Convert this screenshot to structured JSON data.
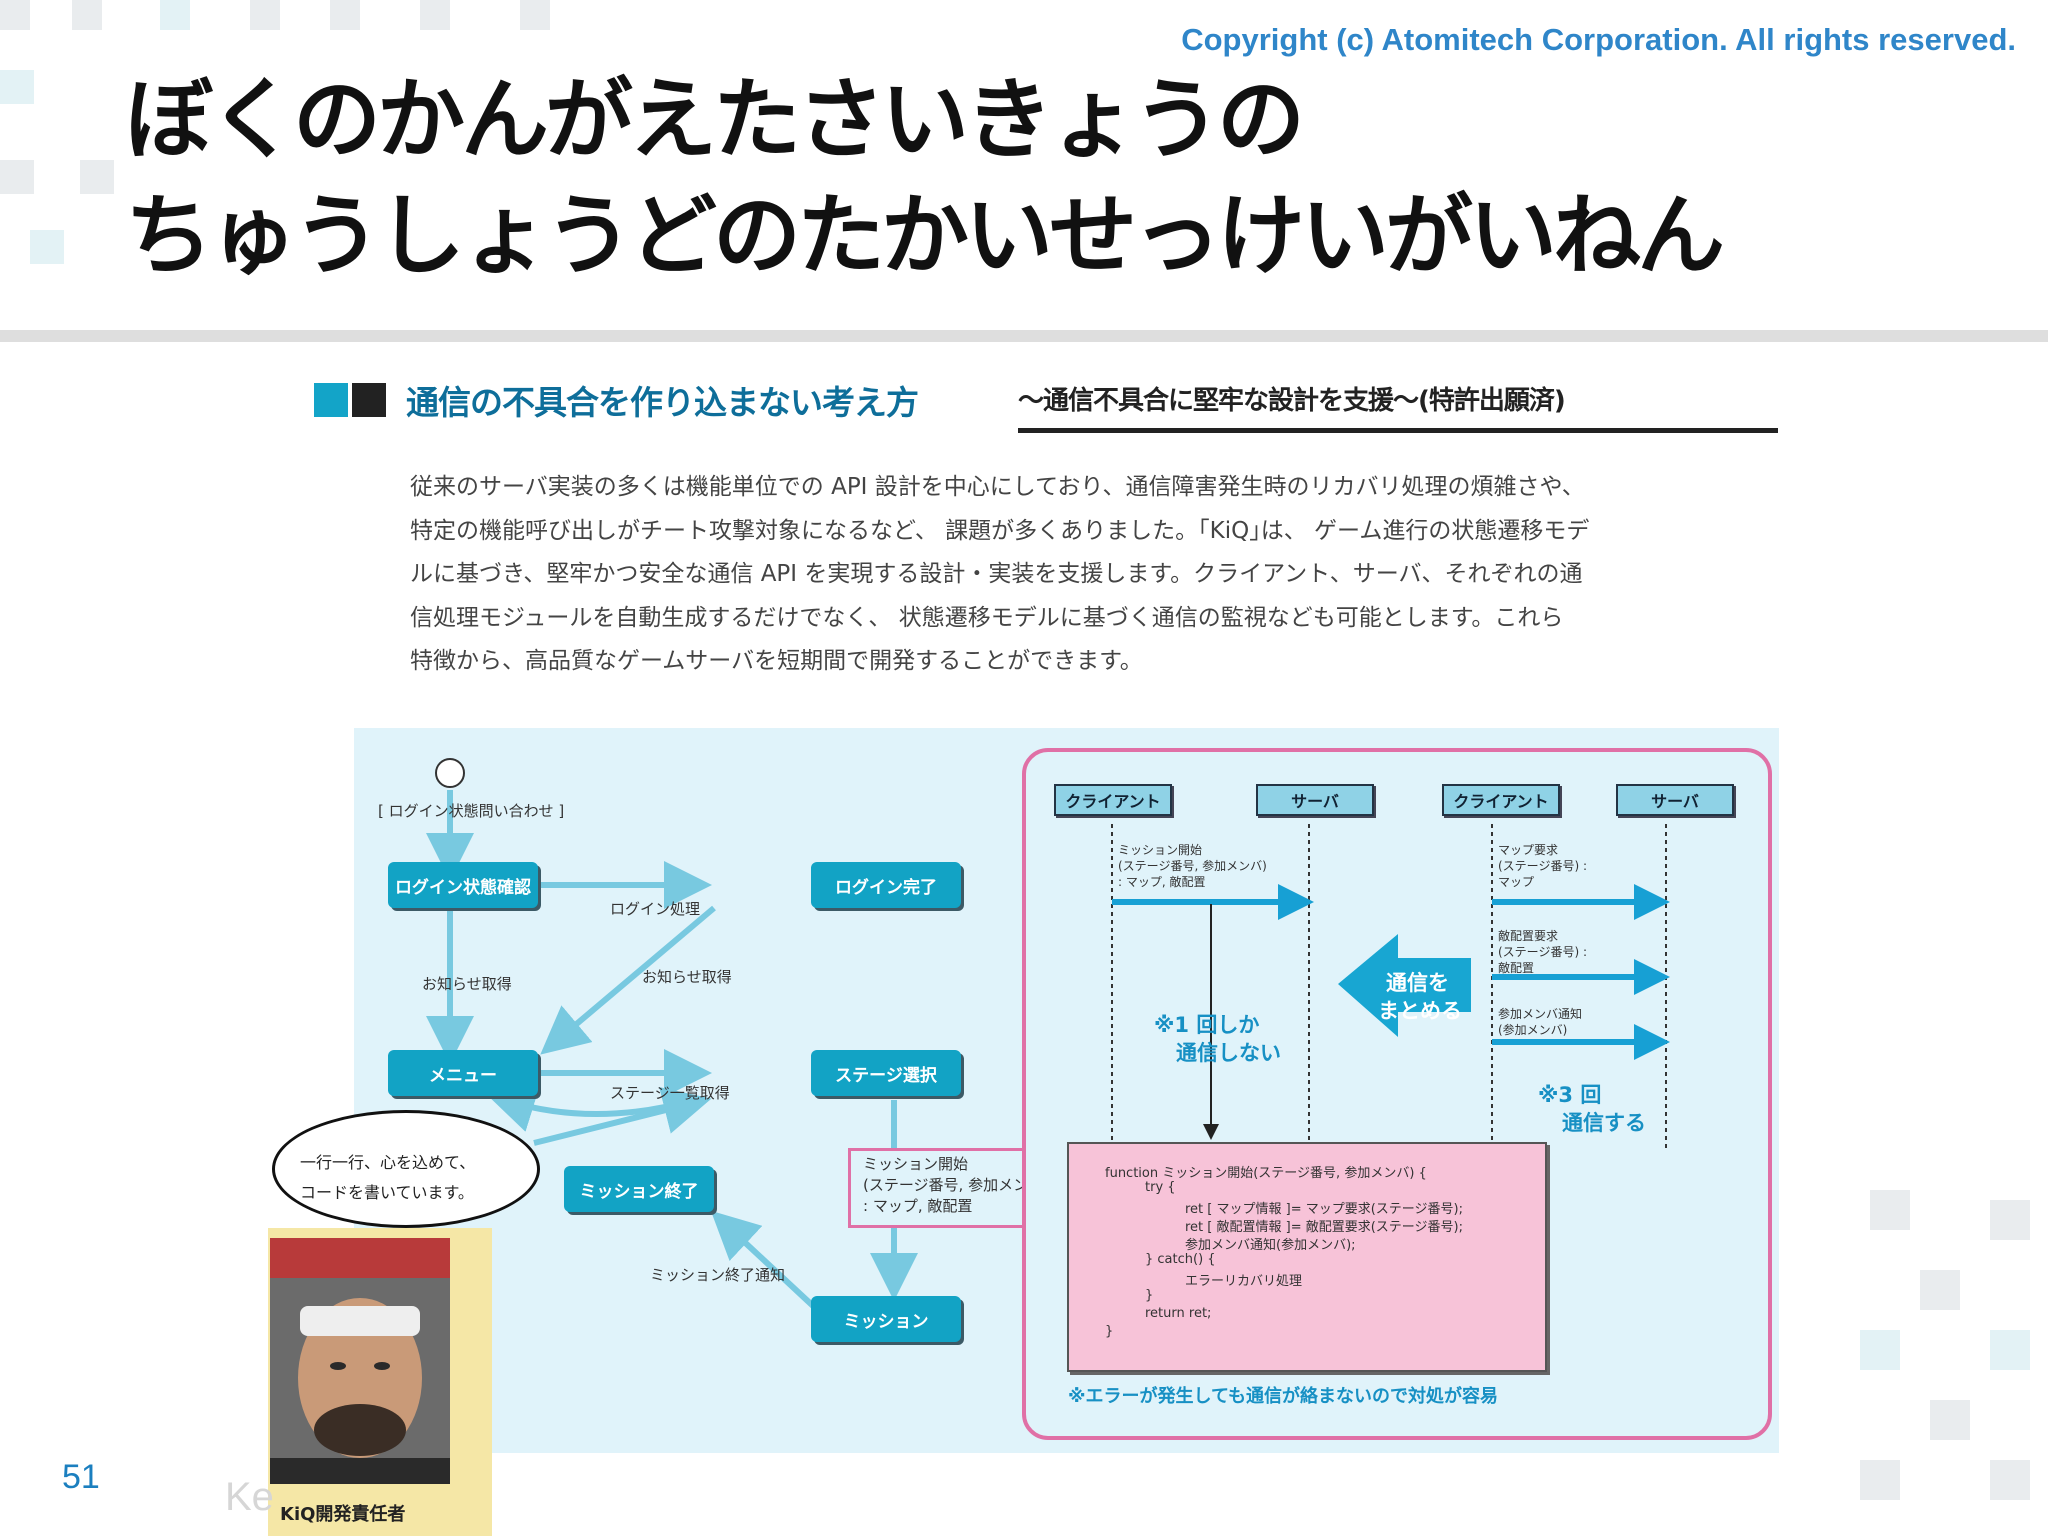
{
  "copyright": "Copyright (c) Atomitech Corporation. All rights reserved.",
  "title": {
    "line1": "ぼくのかんがえたさいきょうの",
    "line2": "ちゅうしょうどのたかいせっけいがいねん"
  },
  "page_number": "51",
  "faded_text": "Ke",
  "article": {
    "heading": "通信の不具合を作り込まない考え方",
    "subheading": "～通信不具合に堅牢な設計を支援～(特許出願済)",
    "body": [
      "従来のサーバ実装の多くは機能単位での API 設計を中心にしており、通信障害発生時のリカバリ処理の煩雑さや、",
      "特定の機能呼び出しがチート攻撃対象になるなど、 課題が多くありました。｢KiQ｣は、 ゲーム進行の状態遷移モデ",
      "ルに基づき、堅牢かつ安全な通信 API を実現する設計・実装を支援します。クライアント、サーバ、それぞれの通",
      "信処理モジュールを自動生成するだけでなく、 状態遷移モデルに基づく通信の監視なども可能とします。これら",
      "特徴から、高品質なゲームサーバを短期間で開発することができます。"
    ]
  },
  "state_diagram": {
    "states": {
      "login_check": "ログイン状態確認",
      "login_done": "ログイン完了",
      "menu": "メニュー",
      "stage_select": "ステージ選択",
      "mission_end": "ミッション終了",
      "mission": "ミッション"
    },
    "labels": {
      "login_query": "[ ログイン状態問い合わせ ]",
      "login_process": "ログイン処理",
      "notice_left": "お知らせ取得",
      "notice_right": "お知らせ取得",
      "stage_list": "ステージ一覧取得",
      "mission_end_notify": "ミッション終了通知"
    },
    "mission_start_box": [
      "ミッション開始",
      "(ステージ番号, 参加メンバ)",
      ": マップ, 敵配置"
    ]
  },
  "sequence": {
    "client_label": "クライアント",
    "server_label": "サーバ",
    "left_call": [
      "ミッション開始",
      "(ステージ番号, 参加メンバ)",
      ": マップ, 敵配置"
    ],
    "left_note": [
      "※1 回しか",
      "通信しない"
    ],
    "combine_label": [
      "通信を",
      "まとめる"
    ],
    "right_calls": [
      [
        "マップ要求",
        "(ステージ番号) :",
        "マップ"
      ],
      [
        "敵配置要求",
        "(ステージ番号) :",
        "敵配置"
      ],
      [
        "参加メンバ通知",
        "(参加メンバ)"
      ]
    ],
    "right_note": [
      "※3 回",
      "通信する"
    ],
    "code": [
      "function ミッション開始(ステージ番号, 参加メンバ) {",
      "try {",
      "ret [ マップ情報 ]= マップ要求(ステージ番号);",
      "ret [ 敵配置情報 ]= 敵配置要求(ステージ番号);",
      "参加メンバ通知(参加メンバ);",
      "} catch() {",
      "エラーリカバリ処理",
      "}",
      "return ret;",
      "}"
    ],
    "footer_note": "※エラーが発生しても通信が絡まないので対処が容易"
  },
  "speech_bubble": [
    "一行一行、心を込めて、",
    "コードを書いています。"
  ],
  "photo_caption": "KiQ開発責任者",
  "colors": {
    "accent_blue": "#12a3c5",
    "pink": "#e070a6",
    "diagram_bg": "#e0f3fa",
    "copyright_blue": "#2f86c9"
  }
}
